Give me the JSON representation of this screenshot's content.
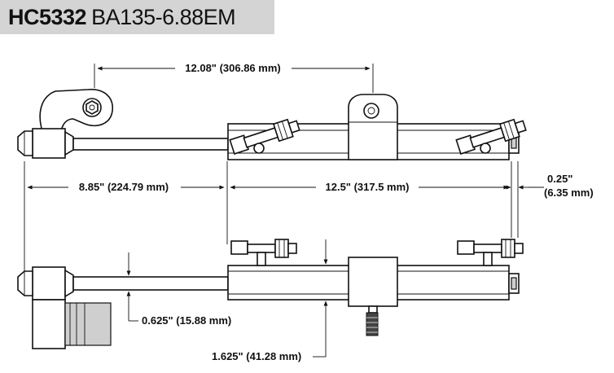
{
  "title": {
    "model": "HC5332",
    "part": "BA135-6.88EM"
  },
  "dimensions": {
    "upper_span": "12.08\" (306.86 mm)",
    "rod_extension": "8.85\" (224.79 mm)",
    "cylinder_length": "12.5\" (317.5 mm)",
    "end_offset_in": "0.25\"",
    "end_offset_mm": "(6.35 mm)",
    "rod_diameter": "0.625\" (15.88 mm)",
    "cylinder_diameter": "1.625\" (41.28 mm)"
  }
}
